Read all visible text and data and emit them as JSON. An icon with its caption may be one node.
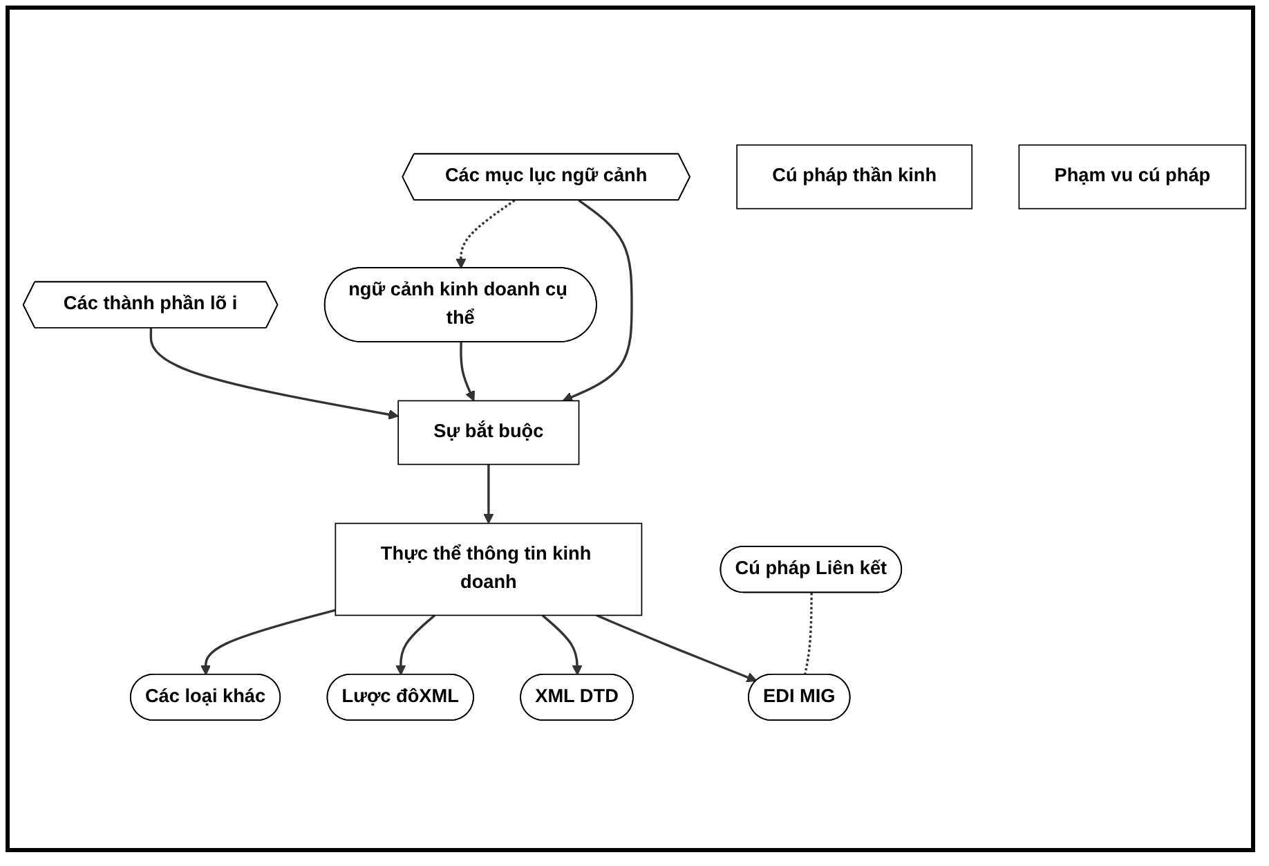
{
  "diagram": {
    "nodes": [
      {
        "text": [
          "Các thành phần lõ i"
        ]
      },
      {
        "text": [
          "Các mục lục ngữ cảnh"
        ]
      },
      {
        "text": [
          "Sự bắt buộc"
        ]
      },
      {
        "text": [
          "ngữ cảnh kinh doanh cụ thể"
        ]
      },
      {
        "text": [
          "Thực thể thông tin kinh doanh"
        ]
      },
      {
        "text": [
          "Cú pháp thần kinh"
        ]
      },
      {
        "text": [
          "Phạm vu cú pháp"
        ]
      },
      {
        "text": [
          "Cú pháp Liên kết"
        ]
      },
      {
        "text": [
          "EDI MIG"
        ]
      },
      {
        "text": [
          "XML DTD"
        ]
      },
      {
        "text": [
          "Lược đôXML"
        ]
      },
      {
        "text": [
          "Các loại khác"
        ]
      }
    ],
    "edges": [
      {
        "from": 0,
        "to": 2,
        "arrow": "to"
      },
      {
        "from": 1,
        "to": 2,
        "arrow": "to"
      },
      {
        "from": 1,
        "to": 3,
        "arrow": "to",
        "style": "dashed"
      },
      {
        "from": 3,
        "to": 2,
        "arrow": "to"
      },
      {
        "from": 2,
        "to": 4,
        "arrow": "to"
      },
      {
        "from": 4,
        "to": 8,
        "arrow": "to"
      },
      {
        "from": 4,
        "to": 9,
        "arrow": "to"
      },
      {
        "from": 4,
        "to": 10,
        "arrow": "to"
      },
      {
        "from": 4,
        "to": 11,
        "arrow": "to"
      },
      {
        "from": 7,
        "to": 8,
        "arrow": "none",
        "style": "dashed"
      }
    ]
  }
}
